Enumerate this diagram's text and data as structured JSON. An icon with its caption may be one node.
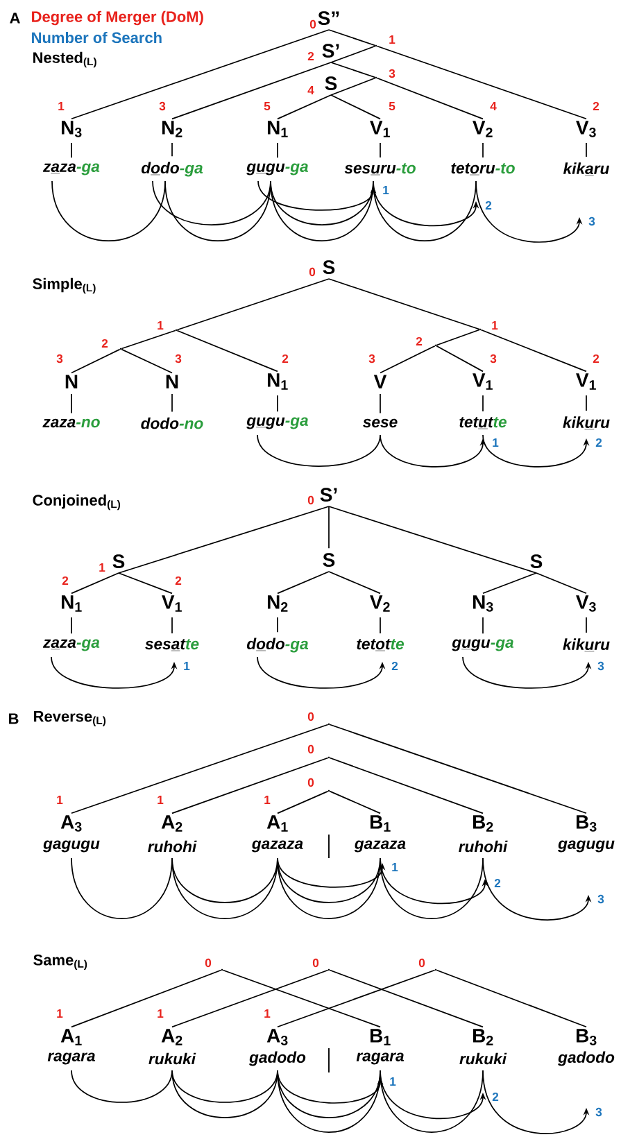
{
  "diagram": {
    "nodes": [
      {
        "text": [
          "S”"
        ],
        "beside": [
          "0"
        ]
      },
      {
        "text": [],
        "shape": "point",
        "beside": [
          "1"
        ]
      },
      {
        "text": [
          "S’"
        ],
        "beside": [
          "2"
        ]
      },
      {
        "text": [],
        "shape": "point",
        "beside": [
          "3"
        ]
      },
      {
        "text": [
          "S"
        ],
        "beside": [
          "4"
        ]
      },
      {
        "text": [
          "N$_{3}$"
        ],
        "beside": [
          "1"
        ]
      },
      {
        "text": [
          "N$_{2}$"
        ],
        "beside": [
          "3"
        ]
      },
      {
        "text": [
          "N$_{1}$"
        ],
        "beside": [
          "5"
        ]
      },
      {
        "text": [
          "V$_{1}$"
        ],
        "beside": [
          "5"
        ]
      },
      {
        "text": [
          "V$_{2}$"
        ],
        "beside": [
          "4"
        ]
      },
      {
        "text": [
          "V$_{3}$"
        ],
        "beside": [
          "2"
        ]
      },
      {
        "text": [
          "zaza-ga"
        ]
      },
      {
        "text": [
          "dodo-ga"
        ]
      },
      {
        "text": [
          "gugu-ga"
        ]
      },
      {
        "text": [
          "sesuru-to"
        ]
      },
      {
        "text": [
          "tetoru-to"
        ]
      },
      {
        "text": [
          "kikaru"
        ]
      },
      {
        "text": [
          "S"
        ],
        "beside": [
          "0"
        ]
      },
      {
        "text": [],
        "shape": "point",
        "beside": [
          "1"
        ]
      },
      {
        "text": [],
        "shape": "point",
        "beside": [
          "2"
        ]
      },
      {
        "text": [],
        "shape": "point",
        "beside": [
          "1"
        ]
      },
      {
        "text": [],
        "shape": "point",
        "beside": [
          "2"
        ]
      },
      {
        "text": [
          "N"
        ],
        "beside": [
          "3"
        ]
      },
      {
        "text": [
          "N"
        ],
        "beside": [
          "3"
        ]
      },
      {
        "text": [
          "N$_{1}$"
        ],
        "beside": [
          "2"
        ]
      },
      {
        "text": [
          "V"
        ],
        "beside": [
          "3"
        ]
      },
      {
        "text": [
          "V$_{1}$"
        ],
        "beside": [
          "3"
        ]
      },
      {
        "text": [
          "V$_{1}$"
        ],
        "beside": [
          "2"
        ]
      },
      {
        "text": [
          "zaza-no"
        ]
      },
      {
        "text": [
          "dodo-no"
        ]
      },
      {
        "text": [
          "gugu-ga"
        ]
      },
      {
        "text": [
          "sese"
        ]
      },
      {
        "text": [
          "tetutte"
        ]
      },
      {
        "text": [
          "kikuru"
        ]
      },
      {
        "text": [
          "S’"
        ],
        "beside": [
          "0"
        ]
      },
      {
        "text": [
          "S"
        ],
        "beside": [
          "1"
        ]
      },
      {
        "text": [
          "S"
        ]
      },
      {
        "text": [
          "S"
        ]
      },
      {
        "text": [
          "N$_{1}$"
        ],
        "beside": [
          "2"
        ]
      },
      {
        "text": [
          "V$_{1}$"
        ],
        "beside": [
          "2"
        ]
      },
      {
        "text": [
          "N$_{2}$"
        ]
      },
      {
        "text": [
          "V$_{2}$"
        ]
      },
      {
        "text": [
          "N$_{3}$"
        ]
      },
      {
        "text": [
          "V$_{3}$"
        ]
      },
      {
        "text": [
          "zaza-ga"
        ]
      },
      {
        "text": [
          "sesatte"
        ]
      },
      {
        "text": [
          "dodo-ga"
        ]
      },
      {
        "text": [
          "tetotte"
        ]
      },
      {
        "text": [
          "gugu-ga"
        ]
      },
      {
        "text": [
          "kikuru"
        ]
      },
      {
        "text": [],
        "shape": "point",
        "beside": [
          "0"
        ]
      },
      {
        "text": [],
        "shape": "point",
        "beside": [
          "0"
        ]
      },
      {
        "text": [],
        "shape": "point",
        "beside": [
          "0"
        ]
      },
      {
        "text": [
          "A$_{3}$"
        ],
        "beside": [
          "1"
        ]
      },
      {
        "text": [
          "A$_{2}$"
        ],
        "beside": [
          "1"
        ]
      },
      {
        "text": [
          "A$_{1}$"
        ],
        "beside": [
          "1"
        ]
      },
      {
        "text": [
          "B$_{1}$"
        ]
      },
      {
        "text": [
          "B$_{2}$"
        ]
      },
      {
        "text": [
          "B$_{3}$"
        ]
      },
      {
        "text": [
          "gagugu"
        ]
      },
      {
        "text": [
          "ruhohi"
        ]
      },
      {
        "text": [
          "gazaza"
        ]
      },
      {
        "text": [
          "gazaza"
        ]
      },
      {
        "text": [
          "ruhohi"
        ]
      },
      {
        "text": [
          "gagugu"
        ]
      },
      {
        "text": [],
        "shape": "point",
        "beside": [
          "0"
        ]
      },
      {
        "text": [],
        "shape": "point",
        "beside": [
          "0"
        ]
      },
      {
        "text": [],
        "shape": "point",
        "beside": [
          "0"
        ]
      },
      {
        "text": [
          "A$_{1}$"
        ],
        "beside": [
          "1"
        ]
      },
      {
        "text": [
          "A$_{2}$"
        ],
        "beside": [
          "1"
        ]
      },
      {
        "text": [
          "A$_{3}$"
        ],
        "beside": [
          "1"
        ]
      },
      {
        "text": [
          "B$_{1}$"
        ]
      },
      {
        "text": [
          "B$_{2}$"
        ]
      },
      {
        "text": [
          "B$_{3}$"
        ]
      },
      {
        "text": [
          "ragara"
        ]
      },
      {
        "text": [
          "rukuki"
        ]
      },
      {
        "text": [
          "gadodo"
        ]
      },
      {
        "text": [
          "ragara"
        ]
      },
      {
        "text": [
          "rukuki"
        ]
      },
      {
        "text": [
          "gadodo"
        ]
      }
    ],
    "edges": [
      {
        "from": 0,
        "to": 5,
        "arrow": "none"
      },
      {
        "from": 0,
        "to": 1,
        "arrow": "none"
      },
      {
        "from": 1,
        "to": 2,
        "arrow": "none"
      },
      {
        "from": 1,
        "to": 10,
        "arrow": "none"
      },
      {
        "from": 2,
        "to": 6,
        "arrow": "none"
      },
      {
        "from": 2,
        "to": 3,
        "arrow": "none"
      },
      {
        "from": 3,
        "to": 4,
        "arrow": "none"
      },
      {
        "from": 3,
        "to": 9,
        "arrow": "none"
      },
      {
        "from": 4,
        "to": 7,
        "arrow": "none"
      },
      {
        "from": 4,
        "to": 8,
        "arrow": "none"
      },
      {
        "from": 5,
        "to": 11,
        "arrow": "none"
      },
      {
        "from": 6,
        "to": 12,
        "arrow": "none"
      },
      {
        "from": 7,
        "to": 13,
        "arrow": "none"
      },
      {
        "from": 8,
        "to": 14,
        "arrow": "none"
      },
      {
        "from": 9,
        "to": 15,
        "arrow": "none"
      },
      {
        "from": 10,
        "to": 16,
        "arrow": "none"
      },
      {
        "from": 13,
        "to": 14,
        "arrow": "to",
        "label": "1"
      },
      {
        "from": 12,
        "to": 13,
        "arrow": "none"
      },
      {
        "from": 13,
        "to": 14,
        "arrow": "none"
      },
      {
        "from": 14,
        "to": 15,
        "arrow": "to",
        "label": "2"
      },
      {
        "from": 11,
        "to": 12,
        "arrow": "none"
      },
      {
        "from": 12,
        "to": 13,
        "arrow": "none"
      },
      {
        "from": 13,
        "to": 14,
        "arrow": "none"
      },
      {
        "from": 14,
        "to": 15,
        "arrow": "none"
      },
      {
        "from": 15,
        "to": 16,
        "arrow": "to",
        "label": "3"
      },
      {
        "from": 17,
        "to": 18,
        "arrow": "none"
      },
      {
        "from": 18,
        "to": 19,
        "arrow": "none"
      },
      {
        "from": 19,
        "to": 22,
        "arrow": "none"
      },
      {
        "from": 19,
        "to": 23,
        "arrow": "none"
      },
      {
        "from": 18,
        "to": 24,
        "arrow": "none"
      },
      {
        "from": 17,
        "to": 20,
        "arrow": "none"
      },
      {
        "from": 20,
        "to": 21,
        "arrow": "none"
      },
      {
        "from": 21,
        "to": 25,
        "arrow": "none"
      },
      {
        "from": 21,
        "to": 26,
        "arrow": "none"
      },
      {
        "from": 20,
        "to": 27,
        "arrow": "none"
      },
      {
        "from": 22,
        "to": 28,
        "arrow": "none"
      },
      {
        "from": 23,
        "to": 29,
        "arrow": "none"
      },
      {
        "from": 24,
        "to": 30,
        "arrow": "none"
      },
      {
        "from": 25,
        "to": 31,
        "arrow": "none"
      },
      {
        "from": 26,
        "to": 32,
        "arrow": "none"
      },
      {
        "from": 27,
        "to": 33,
        "arrow": "none"
      },
      {
        "from": 30,
        "to": 31,
        "arrow": "none"
      },
      {
        "from": 31,
        "to": 32,
        "arrow": "to",
        "label": "1"
      },
      {
        "from": 32,
        "to": 33,
        "arrow": "to",
        "label": "2"
      },
      {
        "from": 34,
        "to": 35,
        "arrow": "none"
      },
      {
        "from": 35,
        "to": 38,
        "arrow": "none"
      },
      {
        "from": 35,
        "to": 39,
        "arrow": "none"
      },
      {
        "from": 34,
        "to": 36,
        "arrow": "none"
      },
      {
        "from": 36,
        "to": 40,
        "arrow": "none"
      },
      {
        "from": 36,
        "to": 41,
        "arrow": "none"
      },
      {
        "from": 34,
        "to": 37,
        "arrow": "none"
      },
      {
        "from": 37,
        "to": 42,
        "arrow": "none"
      },
      {
        "from": 37,
        "to": 43,
        "arrow": "none"
      },
      {
        "from": 38,
        "to": 44,
        "arrow": "none"
      },
      {
        "from": 39,
        "to": 45,
        "arrow": "none"
      },
      {
        "from": 40,
        "to": 46,
        "arrow": "none"
      },
      {
        "from": 41,
        "to": 47,
        "arrow": "none"
      },
      {
        "from": 42,
        "to": 48,
        "arrow": "none"
      },
      {
        "from": 43,
        "to": 49,
        "arrow": "none"
      },
      {
        "from": 44,
        "to": 45,
        "arrow": "to",
        "label": "1"
      },
      {
        "from": 46,
        "to": 47,
        "arrow": "to",
        "label": "2"
      },
      {
        "from": 48,
        "to": 49,
        "arrow": "to",
        "label": "3"
      },
      {
        "from": 50,
        "to": 53,
        "arrow": "none"
      },
      {
        "from": 50,
        "to": 58,
        "arrow": "none"
      },
      {
        "from": 51,
        "to": 54,
        "arrow": "none"
      },
      {
        "from": 51,
        "to": 57,
        "arrow": "none"
      },
      {
        "from": 52,
        "to": 55,
        "arrow": "none"
      },
      {
        "from": 52,
        "to": 56,
        "arrow": "none"
      },
      {
        "from": 61,
        "to": 62,
        "arrow": "to",
        "label": "1"
      },
      {
        "from": 60,
        "to": 61,
        "arrow": "none"
      },
      {
        "from": 61,
        "to": 62,
        "arrow": "none"
      },
      {
        "from": 62,
        "to": 63,
        "arrow": "to",
        "label": "2"
      },
      {
        "from": 59,
        "to": 60,
        "arrow": "none"
      },
      {
        "from": 60,
        "to": 61,
        "arrow": "none"
      },
      {
        "from": 61,
        "to": 62,
        "arrow": "none"
      },
      {
        "from": 62,
        "to": 63,
        "arrow": "none"
      },
      {
        "from": 63,
        "to": 64,
        "arrow": "to",
        "label": "3"
      },
      {
        "from": 65,
        "to": 68,
        "arrow": "none"
      },
      {
        "from": 65,
        "to": 71,
        "arrow": "none"
      },
      {
        "from": 66,
        "to": 69,
        "arrow": "none"
      },
      {
        "from": 66,
        "to": 72,
        "arrow": "none"
      },
      {
        "from": 67,
        "to": 70,
        "arrow": "none"
      },
      {
        "from": 67,
        "to": 73,
        "arrow": "none"
      },
      {
        "from": 74,
        "to": 75,
        "arrow": "none"
      },
      {
        "from": 75,
        "to": 76,
        "arrow": "none"
      },
      {
        "from": 76,
        "to": 77,
        "arrow": "to",
        "label": "1"
      },
      {
        "from": 75,
        "to": 76,
        "arrow": "none"
      },
      {
        "from": 76,
        "to": 77,
        "arrow": "none"
      },
      {
        "from": 77,
        "to": 78,
        "arrow": "to",
        "label": "2"
      },
      {
        "from": 76,
        "to": 77,
        "arrow": "none"
      },
      {
        "from": 77,
        "to": 78,
        "arrow": "none"
      },
      {
        "from": 78,
        "to": 79,
        "arrow": "to",
        "label": "3"
      }
    ],
    "labels": [
      "A",
      "Degree of Merger (DoM)",
      "Number of Search",
      "Nested$_{(L)}$",
      "Simple$_{(L)}$",
      "Conjoined$_{(L)}$",
      "B",
      "Reverse$_{(L)}$",
      "Same$_{(L)}$"
    ]
  }
}
